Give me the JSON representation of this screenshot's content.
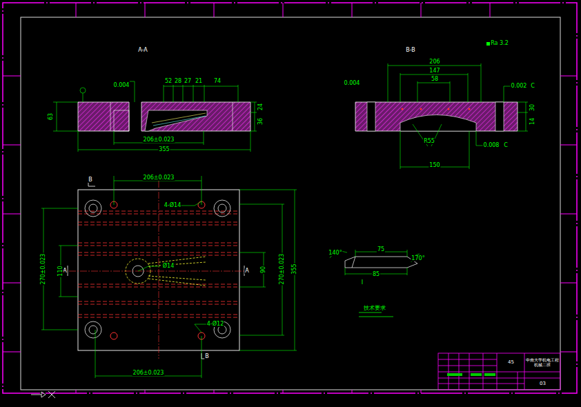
{
  "diagram": {
    "nodes": [
      {
        "text": [
          "中南大学机电工程 机械二班"
        ]
      },
      {
        "text": [
          "45"
        ]
      },
      {
        "text": [
          "03"
        ]
      }
    ],
    "labels": [
      "A-A",
      "B-B",
      "0.004",
      "52",
      "28",
      "27",
      "21",
      "74",
      "63",
      "24",
      "36",
      "206±0.023",
      "355",
      "206",
      "147",
      "58",
      "0.004",
      "0.002",
      "C",
      "0.008",
      "C",
      "150",
      "30",
      "14",
      "R55",
      "B",
      "B",
      "A",
      "A",
      "206±0.023",
      "4-Ø14",
      "Ø14",
      "4-Ø12",
      "270±0.023",
      "270±0.023",
      "355",
      "110",
      "90",
      "206±0.023",
      "140°",
      "75",
      "85",
      "170°",
      "Ⅰ",
      "技术要求",
      "Ra 3.2"
    ]
  }
}
